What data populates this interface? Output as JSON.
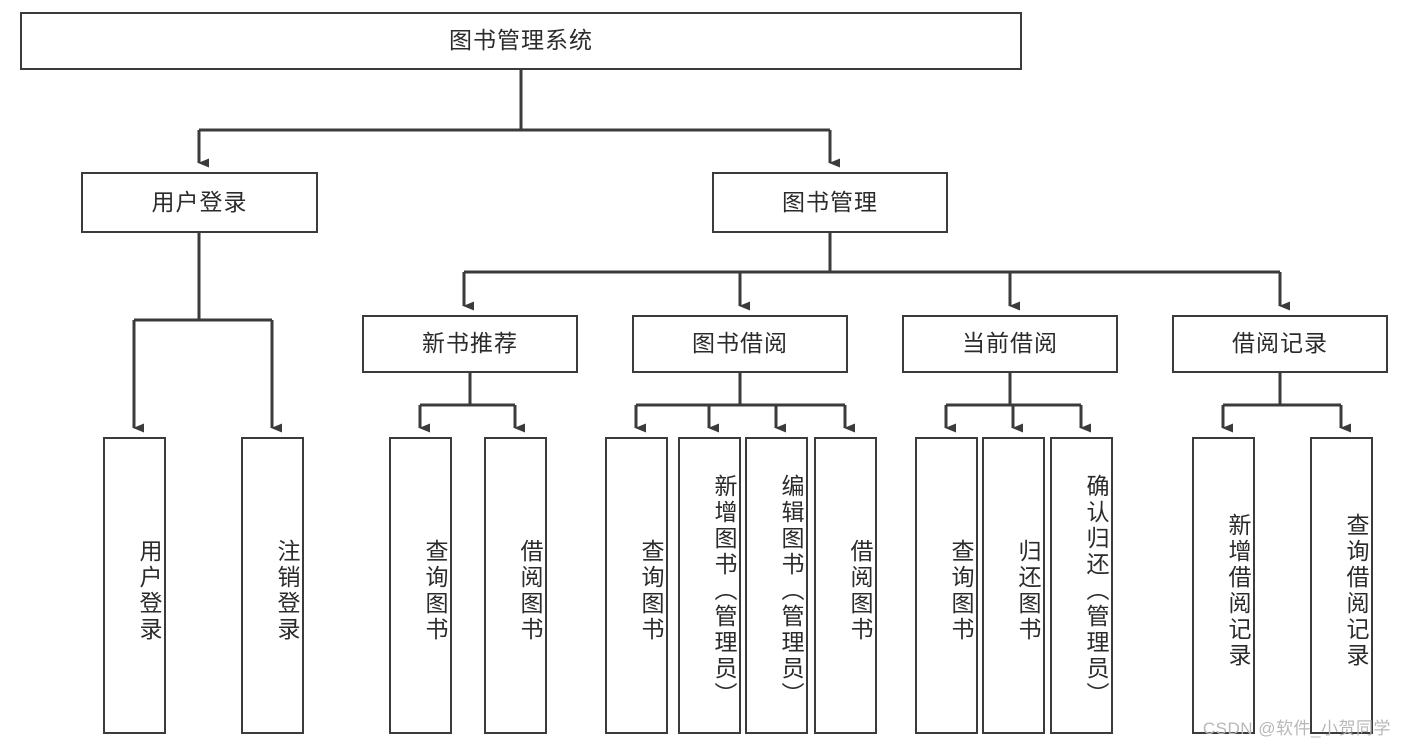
{
  "diagram": {
    "type": "hierarchy-tree",
    "title": "图书管理系统",
    "root": {
      "label": "图书管理系统"
    },
    "level1": [
      {
        "id": "user-login",
        "label": "用户登录"
      },
      {
        "id": "book-management",
        "label": "图书管理"
      }
    ],
    "level2": [
      {
        "id": "new-book-recommend",
        "label": "新书推荐",
        "parent": "book-management"
      },
      {
        "id": "book-borrow",
        "label": "图书借阅",
        "parent": "book-management"
      },
      {
        "id": "current-borrow",
        "label": "当前借阅",
        "parent": "book-management"
      },
      {
        "id": "borrow-record",
        "label": "借阅记录",
        "parent": "book-management"
      }
    ],
    "leaves": {
      "user-login": [
        {
          "id": "leaf-user-login",
          "label": "用户登录"
        },
        {
          "id": "leaf-logout-login",
          "label": "注销登录"
        }
      ],
      "new-book-recommend": [
        {
          "id": "leaf-query-book-1",
          "label": "查询图书"
        },
        {
          "id": "leaf-borrow-book-1",
          "label": "借阅图书"
        }
      ],
      "book-borrow": [
        {
          "id": "leaf-query-book-2",
          "label": "查询图书"
        },
        {
          "id": "leaf-add-book",
          "label": "新增图书（管理员）"
        },
        {
          "id": "leaf-edit-book",
          "label": "编辑图书（管理员）"
        },
        {
          "id": "leaf-borrow-book-2",
          "label": "借阅图书"
        }
      ],
      "current-borrow": [
        {
          "id": "leaf-query-book-3",
          "label": "查询图书"
        },
        {
          "id": "leaf-return-book",
          "label": "归还图书"
        },
        {
          "id": "leaf-confirm-return",
          "label": "确认归还（管理员）"
        }
      ],
      "borrow-record": [
        {
          "id": "leaf-add-record",
          "label": "新增借阅记录"
        },
        {
          "id": "leaf-query-record",
          "label": "查询借阅记录"
        }
      ]
    },
    "watermark": "CSDN @软件_小贺同学",
    "colors": {
      "stroke": "#3b3b3b",
      "fill": "#ffffff",
      "text": "#2b2b2b",
      "watermark": "#b8b8b8"
    }
  }
}
